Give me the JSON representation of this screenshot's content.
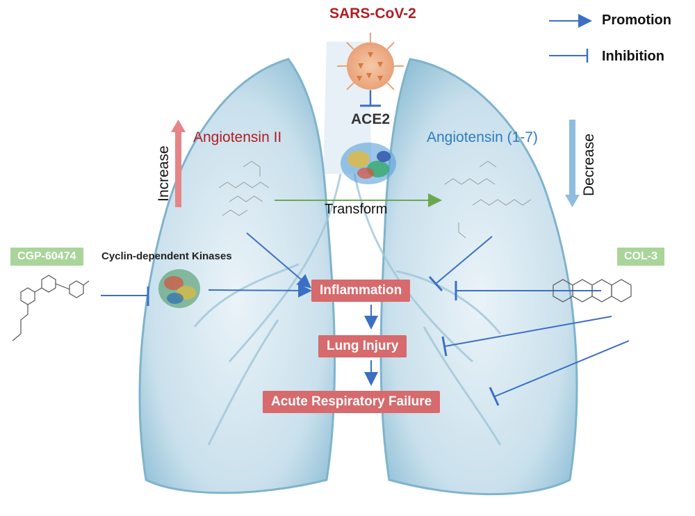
{
  "legend": {
    "items": [
      {
        "type": "promotion",
        "label": "Promotion",
        "icon": "arrow-right-icon"
      },
      {
        "type": "inhibition",
        "label": "Inhibition",
        "icon": "inhibit-bar-icon"
      }
    ]
  },
  "virus": {
    "label": "SARS-CoV-2",
    "icon": "virus-icon"
  },
  "enzyme": {
    "label": "ACE2",
    "icon": "protein-structure-icon"
  },
  "left_peptide": {
    "label": "Angiotensin II",
    "trend": "Increase"
  },
  "right_peptide": {
    "label": "Angiotensin (1-7)",
    "trend": "Decrease"
  },
  "conversion": {
    "label": "Transform"
  },
  "kinase": {
    "label": "Cyclin-dependent Kinases"
  },
  "drugs": {
    "left": {
      "label": "CGP-60474"
    },
    "right": {
      "label": "COL-3"
    }
  },
  "outcomes": [
    {
      "label": "Inflammation"
    },
    {
      "label": "Lung Injury"
    },
    {
      "label": "Acute Respiratory Failure"
    }
  ],
  "colors": {
    "promotion": "#3b6fc4",
    "inhibition": "#3b6fc4",
    "outcome_box": "#d66a6c",
    "drug_badge": "#a9d59a",
    "virus_title": "#b01d22",
    "angiotensin_ii": "#b01d22",
    "angiotensin_1_7": "#2e7bbf",
    "transform_arrow": "#6aa84f",
    "lung": "#cfe3ee"
  }
}
